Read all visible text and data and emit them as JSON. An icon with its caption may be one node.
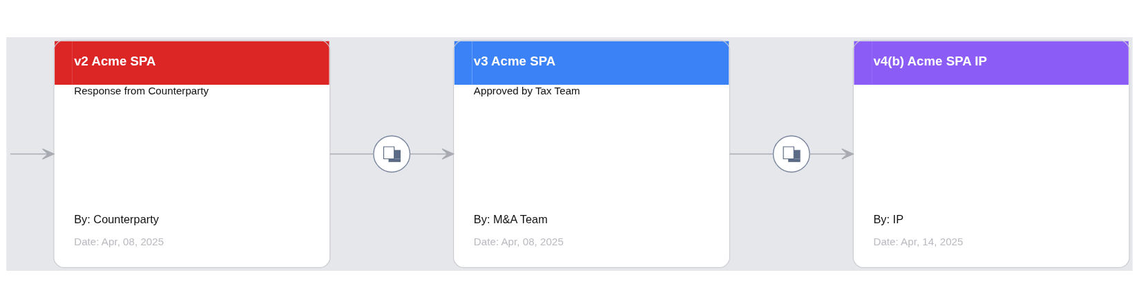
{
  "diagram": {
    "nodes": [
      {
        "text": [
          "v2 Acme SPA",
          "Response from Counterparty",
          "By: Counterparty",
          "Date: Apr, 08, 2025"
        ]
      },
      {
        "text": [],
        "shape": "circle"
      },
      {
        "text": [
          "v3 Acme SPA",
          "Approved by Tax Team",
          "By: M&A Team",
          "Date: Apr, 08, 2025"
        ]
      },
      {
        "text": [],
        "shape": "circle"
      },
      {
        "text": [
          "v4(b) Acme SPA IP",
          "By: IP",
          "Date: Apr, 14, 2025"
        ]
      }
    ],
    "edges": [
      {
        "from": null,
        "to": 0,
        "arrow": "to"
      },
      {
        "from": 0,
        "to": 1,
        "arrow": "none"
      },
      {
        "from": 1,
        "to": 2,
        "arrow": "to"
      },
      {
        "from": 2,
        "to": 3,
        "arrow": "none"
      },
      {
        "from": 3,
        "to": 4,
        "arrow": "to"
      }
    ]
  }
}
